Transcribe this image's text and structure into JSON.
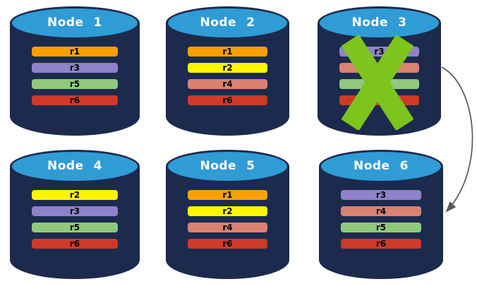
{
  "nodes": [
    {
      "title": "Node 1",
      "failed": false,
      "bars": [
        {
          "label": "r1",
          "color": "#F9A000"
        },
        {
          "label": "r3",
          "color": "#8F82C8"
        },
        {
          "label": "r5",
          "color": "#90C97C"
        },
        {
          "label": "r6",
          "color": "#CE3A27"
        }
      ]
    },
    {
      "title": "Node 2",
      "failed": false,
      "bars": [
        {
          "label": "r1",
          "color": "#F9A000"
        },
        {
          "label": "r2",
          "color": "#FCF500"
        },
        {
          "label": "r4",
          "color": "#D98271"
        },
        {
          "label": "r6",
          "color": "#CE3A27"
        }
      ]
    },
    {
      "title": "Node 3",
      "failed": true,
      "bars": [
        {
          "label": "r3",
          "color": "#8F82C8"
        },
        {
          "label": "r4",
          "color": "#D98271"
        },
        {
          "label": "r5",
          "color": "#90C97C"
        },
        {
          "label": "r6",
          "color": "#CE3A27"
        }
      ]
    },
    {
      "title": "Node 4",
      "failed": false,
      "bars": [
        {
          "label": "r2",
          "color": "#FCF500"
        },
        {
          "label": "r3",
          "color": "#8F82C8"
        },
        {
          "label": "r5",
          "color": "#90C97C"
        },
        {
          "label": "r6",
          "color": "#CE3A27"
        }
      ]
    },
    {
      "title": "Node 5",
      "failed": false,
      "bars": [
        {
          "label": "r1",
          "color": "#F9A000"
        },
        {
          "label": "r2",
          "color": "#FCF500"
        },
        {
          "label": "r4",
          "color": "#D98271"
        },
        {
          "label": "r6",
          "color": "#CE3A27"
        }
      ]
    },
    {
      "title": "Node 6",
      "failed": false,
      "bars": [
        {
          "label": "r3",
          "color": "#8F82C8"
        },
        {
          "label": "r4",
          "color": "#D98271"
        },
        {
          "label": "r5",
          "color": "#90C97C"
        },
        {
          "label": "r6",
          "color": "#CE3A27"
        }
      ]
    }
  ],
  "overlay": {
    "failure_mark": {
      "on_node": "Node 3",
      "color": "#7DC41C"
    },
    "arrow": {
      "from_node": "Node 3",
      "to_node": "Node 6",
      "color": "#595959"
    }
  },
  "colors": {
    "cylinder_body": "#1C2B4D",
    "cylinder_top": "#2F9CD6",
    "title_text": "#FFFFFF",
    "bar_text": "#000000",
    "background": "#FFFFFF"
  }
}
